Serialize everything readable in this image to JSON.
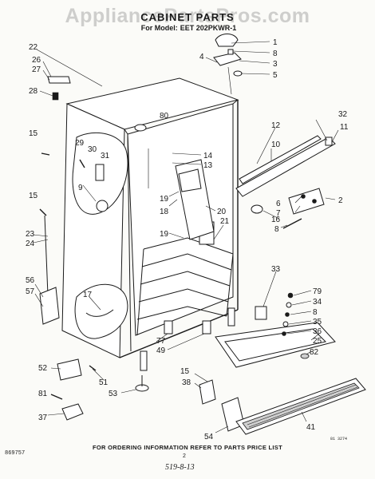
{
  "header": {
    "watermark": "AppliancePartsPros.com",
    "title": "CABINET PARTS",
    "model_prefix": "For Model:",
    "model_number": "EET 202PKWR-1"
  },
  "callouts": [
    {
      "id": "c1",
      "label": "1"
    },
    {
      "id": "c8a",
      "label": "8"
    },
    {
      "id": "c3",
      "label": "3"
    },
    {
      "id": "c5",
      "label": "5"
    },
    {
      "id": "c4",
      "label": "4"
    },
    {
      "id": "c22",
      "label": "22"
    },
    {
      "id": "c26",
      "label": "26"
    },
    {
      "id": "c27",
      "label": "27"
    },
    {
      "id": "c28",
      "label": "28"
    },
    {
      "id": "c80",
      "label": "80"
    },
    {
      "id": "c32",
      "label": "32"
    },
    {
      "id": "c12",
      "label": "12"
    },
    {
      "id": "c11",
      "label": "11"
    },
    {
      "id": "c10",
      "label": "10"
    },
    {
      "id": "c15a",
      "label": "15"
    },
    {
      "id": "c29",
      "label": "29"
    },
    {
      "id": "c30",
      "label": "30"
    },
    {
      "id": "c31",
      "label": "31"
    },
    {
      "id": "c14",
      "label": "14"
    },
    {
      "id": "c13",
      "label": "13"
    },
    {
      "id": "c9",
      "label": "9"
    },
    {
      "id": "c15b",
      "label": "15"
    },
    {
      "id": "c19a",
      "label": "19"
    },
    {
      "id": "c18",
      "label": "18"
    },
    {
      "id": "c20",
      "label": "20"
    },
    {
      "id": "c6",
      "label": "6"
    },
    {
      "id": "c7",
      "label": "7"
    },
    {
      "id": "c16",
      "label": "16"
    },
    {
      "id": "c2",
      "label": "2"
    },
    {
      "id": "c8b",
      "label": "8"
    },
    {
      "id": "c23",
      "label": "23"
    },
    {
      "id": "c24",
      "label": "24"
    },
    {
      "id": "c19b",
      "label": "19"
    },
    {
      "id": "c21",
      "label": "21"
    },
    {
      "id": "c33",
      "label": "33"
    },
    {
      "id": "c79",
      "label": "79"
    },
    {
      "id": "c34",
      "label": "34"
    },
    {
      "id": "c8c",
      "label": "8"
    },
    {
      "id": "c35",
      "label": "35"
    },
    {
      "id": "c36",
      "label": "36"
    },
    {
      "id": "c25",
      "label": "25"
    },
    {
      "id": "c56",
      "label": "56"
    },
    {
      "id": "c57",
      "label": "57"
    },
    {
      "id": "c17",
      "label": "17"
    },
    {
      "id": "c77",
      "label": "77"
    },
    {
      "id": "c49",
      "label": "49"
    },
    {
      "id": "c82",
      "label": "82"
    },
    {
      "id": "c15c",
      "label": "15"
    },
    {
      "id": "c52",
      "label": "52"
    },
    {
      "id": "c51",
      "label": "51"
    },
    {
      "id": "c81",
      "label": "81"
    },
    {
      "id": "c53",
      "label": "53"
    },
    {
      "id": "c38",
      "label": "38"
    },
    {
      "id": "c37",
      "label": "37"
    },
    {
      "id": "c54",
      "label": "54"
    },
    {
      "id": "c41",
      "label": "41"
    }
  ],
  "footer": {
    "ordering_note": "FOR ORDERING INFORMATION REFER TO PARTS PRICE LIST",
    "doc_number": "869757",
    "page_number": "2",
    "handwritten_note": "519-8-13",
    "ref_code": "81 3274"
  }
}
